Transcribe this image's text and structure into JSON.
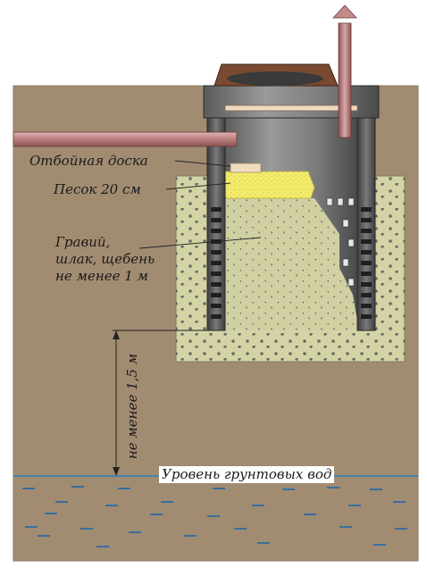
{
  "labels": {
    "board": "Отбойная доска",
    "sand": "Песок 20 см",
    "gravel_line1": "Гравий,",
    "gravel_line2": "шлак, щебень",
    "gravel_line3": "не менее 1 м",
    "distance": "не менее 1,5 м",
    "groundwater": "Уровень грунтовых вод"
  },
  "colors": {
    "soil": "#a18c72",
    "backfill": "#d3d3a6",
    "gravel_dots": "#555555",
    "sand": "#f3ec6c",
    "well_gray": "#6d6d6d",
    "pipe": "#c48a8a",
    "water_line": "#2d7fc0",
    "water_dash": "#2266aa"
  }
}
